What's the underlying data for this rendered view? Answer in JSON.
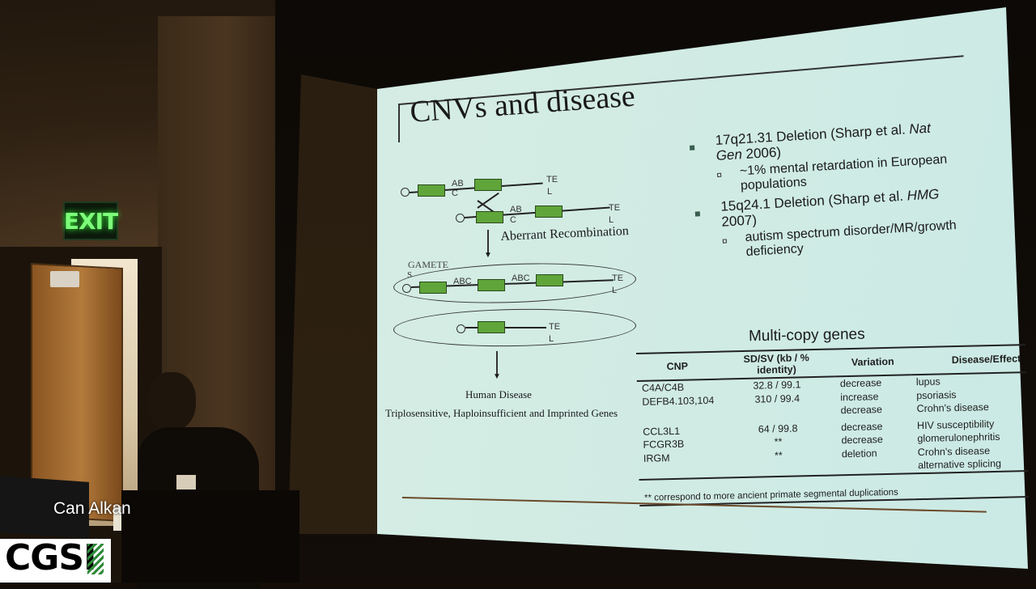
{
  "room": {
    "exit_sign": "EXIT"
  },
  "slide": {
    "title": "CNVs and disease",
    "diagram": {
      "labels": {
        "ab1": "AB",
        "c1": "C",
        "te1": "TE",
        "l1": "L",
        "ab2": "AB",
        "c2": "C",
        "te2": "TE",
        "l2": "L",
        "aberrant": "Aberrant Recombination",
        "gamete": "GAMETE",
        "s": "S",
        "abc1": "ABC",
        "abc2": "ABC",
        "te3": "TE",
        "l3": "L",
        "te4": "TE",
        "l4": "L",
        "human_disease": "Human Disease",
        "genes": "Triplosensitive, Haploinsufficient and Imprinted Genes"
      }
    },
    "bullets": [
      {
        "line1": "17q21.31 Deletion (Sharp et al. ",
        "line1_italic": "Nat",
        "line2_italic": "Gen",
        "line2": " 2006)",
        "sub_line1": "~1% mental retardation in European",
        "sub_line2": "populations"
      },
      {
        "line1": "15q24.1 Deletion (Sharp et al. ",
        "line1_italic": "HMG",
        "line2": "2007)",
        "sub_line1": "autism spectrum disorder/MR/growth",
        "sub_line2": "deficiency"
      }
    ],
    "table_title": "Multi-copy genes",
    "table": {
      "headers": [
        "CNP",
        "SD/SV (kb / % identity)",
        "Variation",
        "Disease/Effect"
      ],
      "rows": [
        [
          "C4A/C4B",
          "32.8 / 99.1",
          "decrease",
          "lupus"
        ],
        [
          "DEFB4.103,104",
          "310 / 99.4",
          "increase",
          "psoriasis"
        ],
        [
          "",
          "",
          "decrease",
          "Crohn's disease"
        ],
        [
          "CCL3L1",
          "64 / 99.8",
          "decrease",
          "HIV susceptibility"
        ],
        [
          "FCGR3B",
          "**",
          "decrease",
          "glomerulonephritis"
        ],
        [
          "IRGM",
          "**",
          "deletion",
          "Crohn's disease"
        ],
        [
          "",
          "",
          "",
          "alternative splicing"
        ]
      ],
      "footnote": "** correspond to more ancient primate segmental duplications"
    }
  },
  "overlay": {
    "speaker": "Can Alkan",
    "logo": "CGSI"
  }
}
